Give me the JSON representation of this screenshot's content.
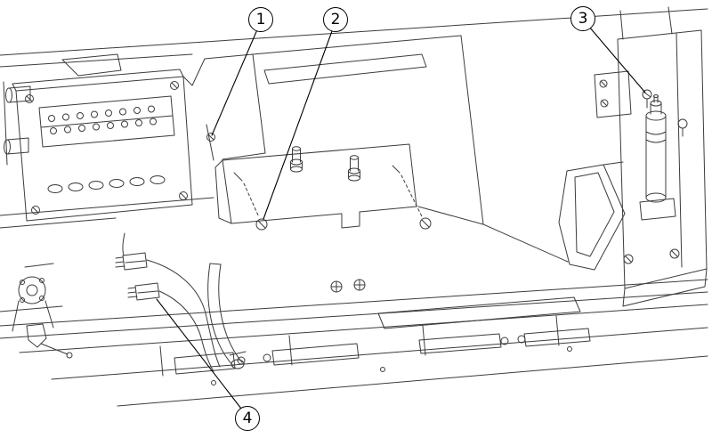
{
  "figure": {
    "callouts": [
      {
        "id": "callout-1",
        "label": "1"
      },
      {
        "id": "callout-2",
        "label": "2"
      },
      {
        "id": "callout-3",
        "label": "3"
      },
      {
        "id": "callout-4",
        "label": "4"
      }
    ],
    "colors": {
      "background": "#ffffff",
      "line": "#3c3c3c",
      "callout_stroke": "#000000"
    }
  }
}
